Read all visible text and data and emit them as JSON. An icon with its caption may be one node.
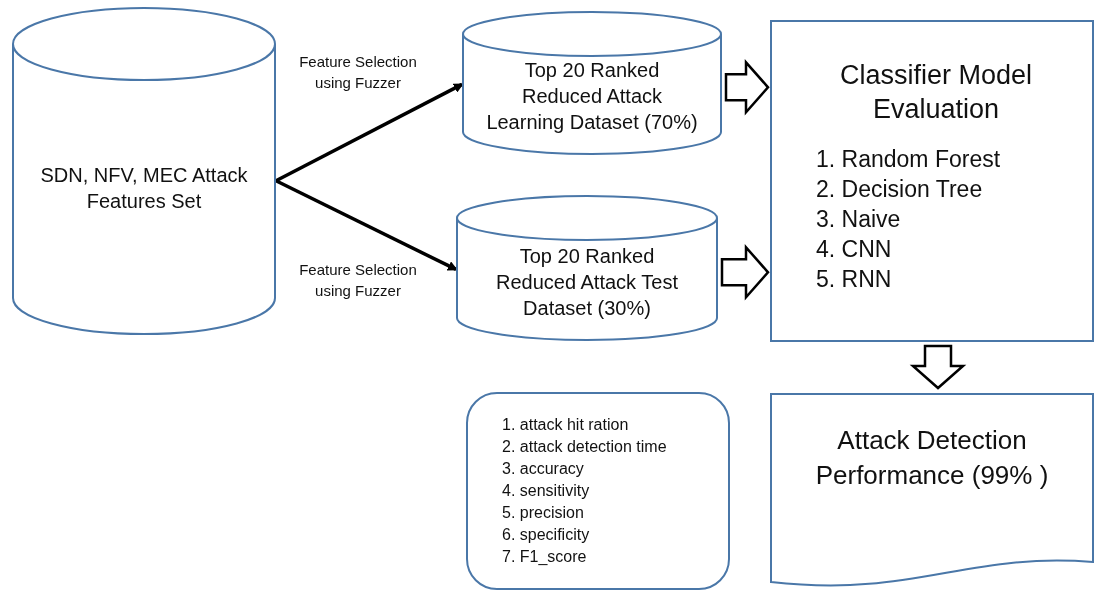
{
  "diagram": {
    "nodes": [
      {
        "text": [
          "SDN, NFV, MEC Attack Features Set"
        ]
      },
      {
        "text": [
          "Top 20 Ranked Reduced Attack Learning Dataset (70%)"
        ]
      },
      {
        "text": [
          "Top 20 Ranked Reduced Attack Test Dataset (30%)"
        ]
      },
      {
        "text": [
          "Classifier Model Evaluation",
          "1. Random Forest",
          "2. Decision Tree",
          "3. Naive",
          "4. CNN",
          "5. RNN"
        ]
      },
      {
        "text": [
          "1. attack hit ration",
          "2. attack detection time",
          "3. accuracy",
          "4. sensitivity",
          "5. precision",
          "6. specificity",
          "7. F1_score"
        ]
      },
      {
        "text": [
          "Attack Detection Performance (99% )"
        ]
      }
    ],
    "edges": [
      {
        "from": 0,
        "to": 1,
        "arrow": "to",
        "label": "Feature Selection using Fuzzer"
      },
      {
        "from": 0,
        "to": 2,
        "arrow": "to",
        "label": "Feature Selection using Fuzzer"
      },
      {
        "from": 1,
        "to": 3,
        "arrow": "to",
        "style": "thick"
      },
      {
        "from": 2,
        "to": 3,
        "arrow": "to",
        "style": "thick"
      },
      {
        "from": 3,
        "to": 5,
        "arrow": "to",
        "style": "thick"
      }
    ]
  }
}
